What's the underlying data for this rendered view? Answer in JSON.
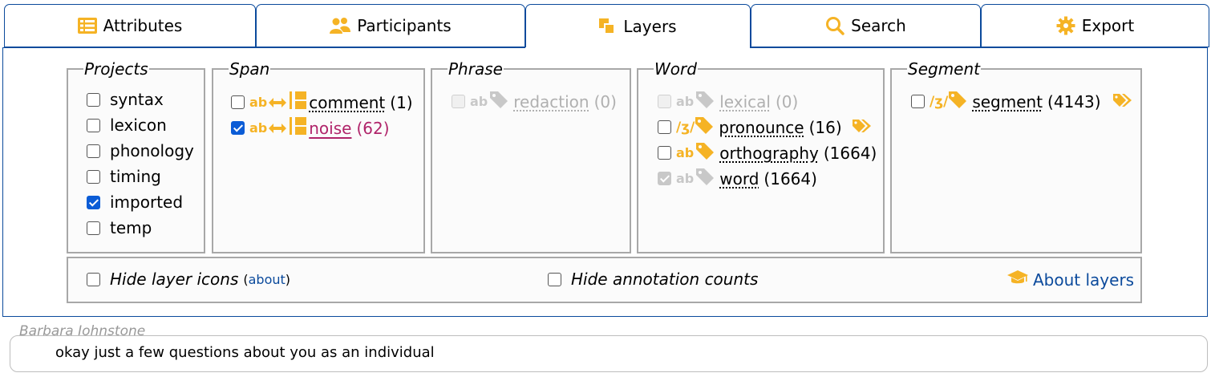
{
  "tabs": [
    {
      "label": "Attributes",
      "icon": "table-icon",
      "active": false
    },
    {
      "label": "Participants",
      "icon": "people-icon",
      "active": false
    },
    {
      "label": "Layers",
      "icon": "layers-icon",
      "active": true
    },
    {
      "label": "Search",
      "icon": "search-icon",
      "active": false
    },
    {
      "label": "Export",
      "icon": "gear-icon",
      "active": false
    }
  ],
  "projects": {
    "legend": "Projects",
    "items": [
      {
        "label": "syntax",
        "checked": false
      },
      {
        "label": "lexicon",
        "checked": false
      },
      {
        "label": "phonology",
        "checked": false
      },
      {
        "label": "timing",
        "checked": false
      },
      {
        "label": "imported",
        "checked": true
      },
      {
        "label": "temp",
        "checked": false
      }
    ]
  },
  "span": {
    "legend": "Span",
    "items": [
      {
        "prefix": "ab",
        "name": "comment",
        "count": "(1)",
        "checked": false
      },
      {
        "prefix": "ab",
        "name": "noise",
        "count": "(62)",
        "checked": true
      }
    ]
  },
  "phrase": {
    "legend": "Phrase",
    "items": [
      {
        "prefix": "ab",
        "name": "redaction",
        "count": "(0)",
        "checked": false,
        "disabled": true
      }
    ]
  },
  "word": {
    "legend": "Word",
    "items": [
      {
        "prefix": "ab",
        "name": "lexical",
        "count": "(0)",
        "checked": false,
        "disabled": true
      },
      {
        "prefix": "/ʒ/",
        "name": "pronounce",
        "count": "(16)",
        "checked": false
      },
      {
        "prefix": "ab",
        "name": "orthography",
        "count": "(1664)",
        "checked": false
      },
      {
        "prefix": "ab",
        "name": "word",
        "count": "(1664)",
        "checked": true,
        "disabled": true
      }
    ]
  },
  "segment": {
    "legend": "Segment",
    "items": [
      {
        "prefix": "/ʒ/",
        "name": "segment",
        "count": "(4143)",
        "checked": false
      }
    ]
  },
  "options": {
    "hide_icons_label": "Hide layer icons",
    "about_link": "about",
    "hide_counts_label": "Hide annotation counts",
    "about_layers": "About layers"
  },
  "transcript": {
    "speaker": "Barbara Johnstone",
    "text": "okay just a few questions about you as an individual"
  },
  "colors": {
    "accent": "#f5b325",
    "border_blue": "#0b4a9c",
    "checkbox_blue": "#0b5cd6",
    "noise": "#b0246a"
  }
}
